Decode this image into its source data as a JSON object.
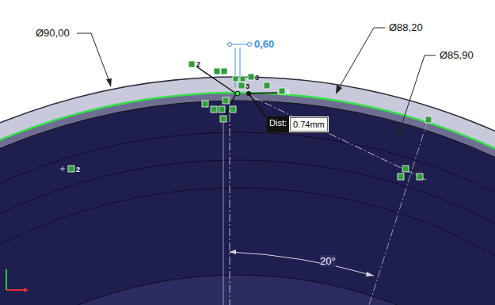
{
  "diagram": {
    "nodes": [
      {
        "text": [
          "Dist:",
          "0.74mm"
        ]
      }
    ],
    "labels": [
      "Ø90,00",
      "Ø88,20",
      "Ø85,90",
      "0,60",
      "20°",
      "2",
      "3",
      "3",
      "1",
      "2"
    ]
  }
}
